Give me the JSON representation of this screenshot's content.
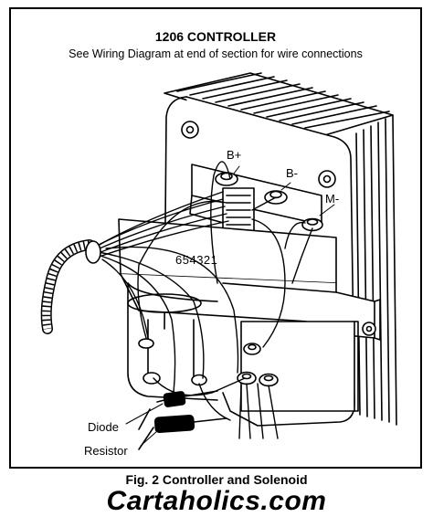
{
  "diagram": {
    "title": "1206 CONTROLLER",
    "subtitle": "See Wiring Diagram at end of section for wire connections",
    "terminals": {
      "b_plus": "B+",
      "b_minus": "B-",
      "m_minus": "M-"
    },
    "pin_numbers": "654321",
    "callouts": {
      "diode": "Diode",
      "resistor": "Resistor"
    }
  },
  "caption": "Fig. 2  Controller and Solenoid",
  "watermark": "Cartaholics.com",
  "colors": {
    "line": "#000000",
    "background": "#ffffff"
  }
}
